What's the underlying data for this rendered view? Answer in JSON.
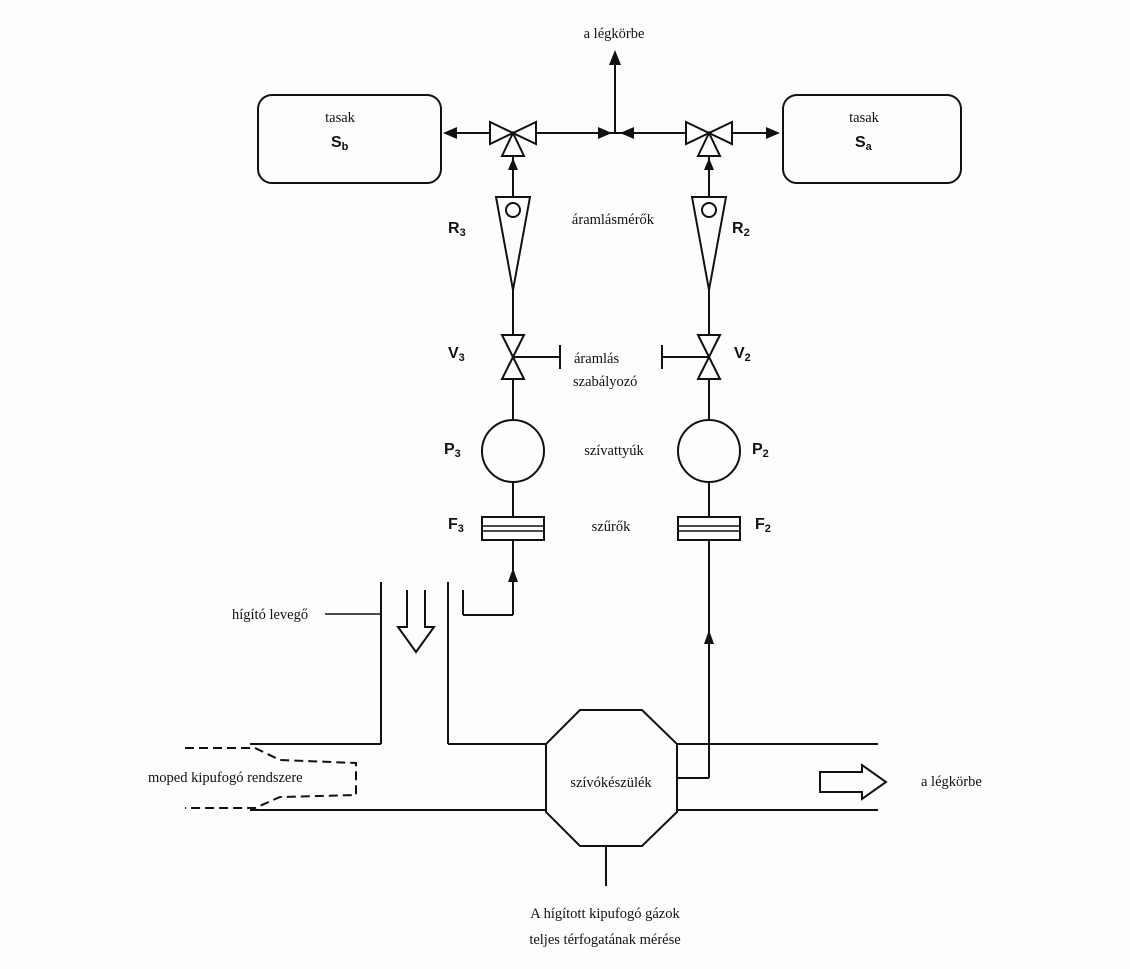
{
  "labels": {
    "to_atmosphere_top": "a légkörbe",
    "to_atmosphere_right": "a légkörbe",
    "bag_left_title": "tasak",
    "bag_right_title": "tasak",
    "flowmeters": "áramlásmérők",
    "flow_regulator_line1": "áramlás",
    "flow_regulator_line2": "szabályozó",
    "pumps": "szívattyúk",
    "filters": "szűrők",
    "dilution_air": "hígító levegő",
    "moped_exhaust": "moped kipufogó rendszere",
    "suction_device": "szívókészülék",
    "caption_line1": "A hígított kipufogó gázok",
    "caption_line2": "teljes térfogatának mérése"
  },
  "symbols": {
    "bag_left": {
      "letter": "S",
      "sub": "b"
    },
    "bag_right": {
      "letter": "S",
      "sub": "a"
    },
    "flowmeter_left": {
      "letter": "R",
      "sub": "3"
    },
    "flowmeter_right": {
      "letter": "R",
      "sub": "2"
    },
    "valve_left": {
      "letter": "V",
      "sub": "3"
    },
    "valve_right": {
      "letter": "V",
      "sub": "2"
    },
    "pump_left": {
      "letter": "P",
      "sub": "3"
    },
    "pump_right": {
      "letter": "P",
      "sub": "2"
    },
    "filter_left": {
      "letter": "F",
      "sub": "3"
    },
    "filter_right": {
      "letter": "F",
      "sub": "2"
    }
  }
}
